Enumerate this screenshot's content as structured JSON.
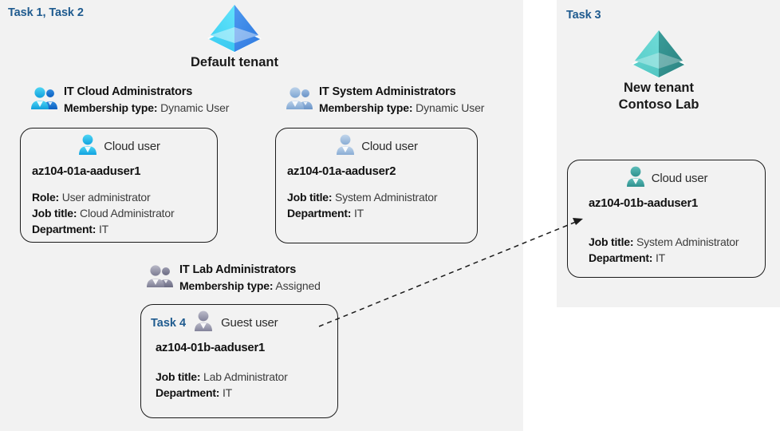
{
  "colors": {
    "panel_bg": "#f2f2f2",
    "page_bg": "#ffffff",
    "task_label": "#1f5b8f",
    "text_bold": "#111111",
    "text_normal": "#3c3c3c",
    "card_border": "#1b1b1b",
    "tenant_blue_light": "#4fd8f5",
    "tenant_blue_dark": "#3a8ce8",
    "tenant_teal_light": "#57c9c4",
    "tenant_teal_dark": "#2f8f8c",
    "group_cyan": "#29b8e8",
    "group_steel": "#8fb2d9",
    "group_gray": "#8a8a9e",
    "user_cyan": "#29c0ec",
    "user_steel": "#9cb8d8",
    "user_gray": "#9b9bad",
    "user_teal": "#46a9a6"
  },
  "panels": {
    "left": {
      "task_label": "Task 1, Task 2"
    },
    "right": {
      "task_label": "Task 3"
    }
  },
  "tenants": [
    {
      "id": "default-tenant",
      "icon": "azure-ad-tenant-icon",
      "name_lines": [
        "Default tenant"
      ],
      "theme": "blue"
    },
    {
      "id": "new-tenant",
      "icon": "azure-ad-tenant-icon",
      "name_lines": [
        "New  tenant",
        "Contoso Lab"
      ],
      "theme": "teal"
    }
  ],
  "groups": [
    {
      "id": "it-cloud-administrators",
      "icon": "group-users-icon",
      "title": "IT Cloud Administrators",
      "membership_label": "Membership type:",
      "membership_value": "Dynamic User",
      "theme": "cyan"
    },
    {
      "id": "it-system-administrators",
      "icon": "group-users-icon",
      "title": "IT System Administrators",
      "membership_label": "Membership type:",
      "membership_value": "Dynamic User",
      "theme": "steel"
    },
    {
      "id": "it-lab-administrators",
      "icon": "group-users-icon",
      "title": "IT Lab Administrators",
      "membership_label": "Membership type:",
      "membership_value": "Assigned",
      "theme": "gray"
    }
  ],
  "cards": [
    {
      "id": "az104-01a-aaduser1",
      "task_tag": "",
      "user_icon": "cloud-user-icon",
      "user_kind": "Cloud user",
      "name": "az104-01a-aaduser1",
      "attrs": [
        {
          "label": "Role:",
          "value": "User administrator"
        },
        {
          "label": "Job title:",
          "value": "Cloud Administrator"
        },
        {
          "label": "Department:",
          "value": "IT"
        }
      ],
      "theme": "cyan"
    },
    {
      "id": "az104-01a-aaduser2",
      "task_tag": "",
      "user_icon": "cloud-user-icon",
      "user_kind": "Cloud user",
      "name": "az104-01a-aaduser2",
      "attrs": [
        {
          "label": "Job title:",
          "value": "System Administrator"
        },
        {
          "label": "Department:",
          "value": "IT"
        }
      ],
      "theme": "steel"
    },
    {
      "id": "az104-01b-aaduser1-guest",
      "task_tag": "Task 4",
      "user_icon": "guest-user-icon",
      "user_kind": "Guest user",
      "name": "az104-01b-aaduser1",
      "attrs": [
        {
          "label": "Job title:",
          "value": "Lab Administrator"
        },
        {
          "label": "Department:",
          "value": "IT"
        }
      ],
      "theme": "gray"
    },
    {
      "id": "az104-01b-aaduser1-cloud",
      "task_tag": "",
      "user_icon": "cloud-user-icon",
      "user_kind": "Cloud user",
      "name": "az104-01b-aaduser1",
      "attrs": [
        {
          "label": "Job title:",
          "value": "System Administrator"
        },
        {
          "label": "Department:",
          "value": "IT"
        }
      ],
      "theme": "teal"
    }
  ],
  "connector": {
    "id": "guest-to-cloud-user-arrow",
    "style": "dashed-arrow",
    "from": "az104-01b-aaduser1-guest",
    "to": "az104-01b-aaduser1-cloud"
  }
}
